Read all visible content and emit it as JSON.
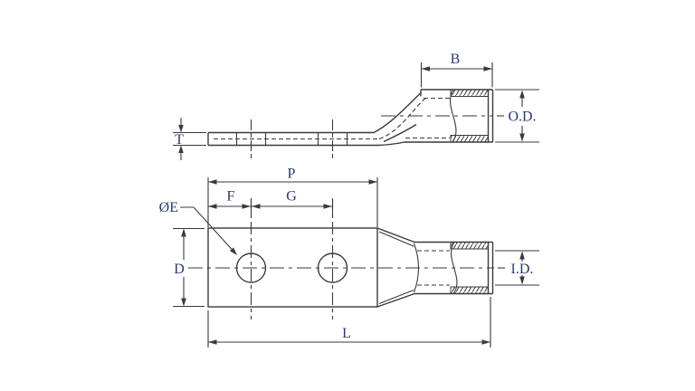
{
  "diagram": {
    "description": "Two-hole compression cable lug - dimensional outline drawing with side view and plan view",
    "background_color": "#ffffff",
    "line_color": "#3a3a3a",
    "label_color": "#2b3c6b",
    "side_view": {
      "labels": {
        "thickness": "T",
        "barrel_depth": "B",
        "outer_diameter": "O.D."
      }
    },
    "plan_view": {
      "labels": {
        "pad_hole_span": "P",
        "first_hole_offset": "F",
        "hole_spacing": "G",
        "hole_diameter": "ØE",
        "tongue_width": "D",
        "inner_diameter": "I.D.",
        "overall_length": "L"
      }
    }
  }
}
